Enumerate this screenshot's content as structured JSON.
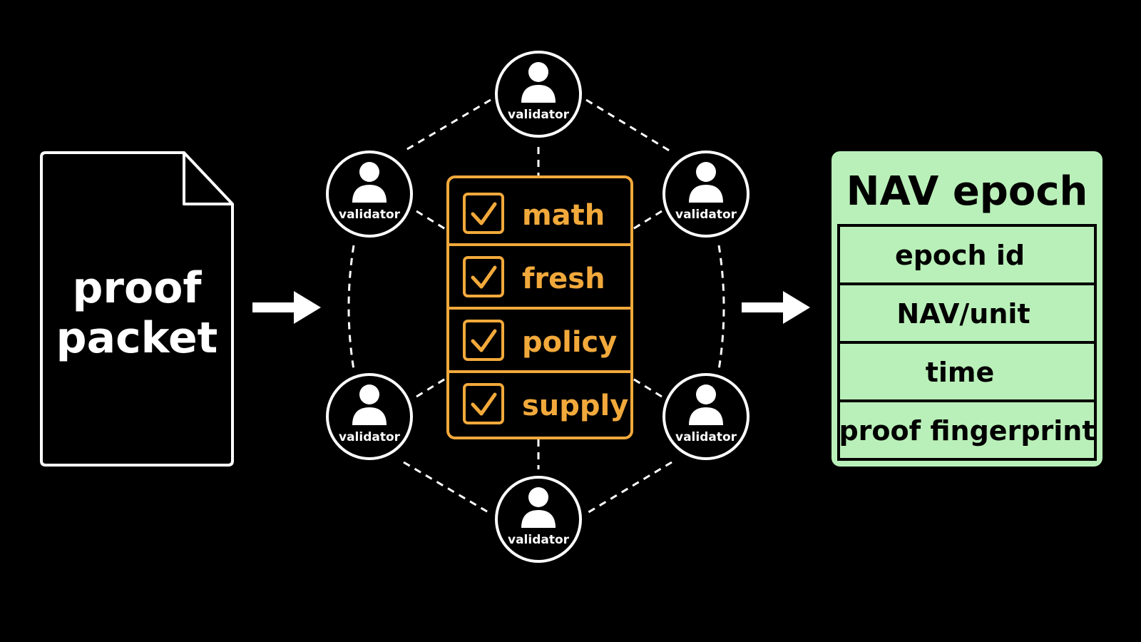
{
  "colors": {
    "background": "#000000",
    "foreground": "#ffffff",
    "checklist": "#f2a93b",
    "epoch_fill": "#b9f0b9",
    "epoch_text": "#000000"
  },
  "proof_packet": {
    "lines": [
      "proof",
      "packet"
    ]
  },
  "validators": [
    {
      "label": "validator"
    },
    {
      "label": "validator"
    },
    {
      "label": "validator"
    },
    {
      "label": "validator"
    },
    {
      "label": "validator"
    },
    {
      "label": "validator"
    }
  ],
  "checklist": {
    "items": [
      {
        "label": "math",
        "checked": true
      },
      {
        "label": "fresh",
        "checked": true
      },
      {
        "label": "policy",
        "checked": true
      },
      {
        "label": "supply",
        "checked": true
      }
    ]
  },
  "nav_epoch": {
    "title": "NAV epoch",
    "fields": [
      "epoch id",
      "NAV/unit",
      "time",
      "proof fingerprint"
    ]
  }
}
